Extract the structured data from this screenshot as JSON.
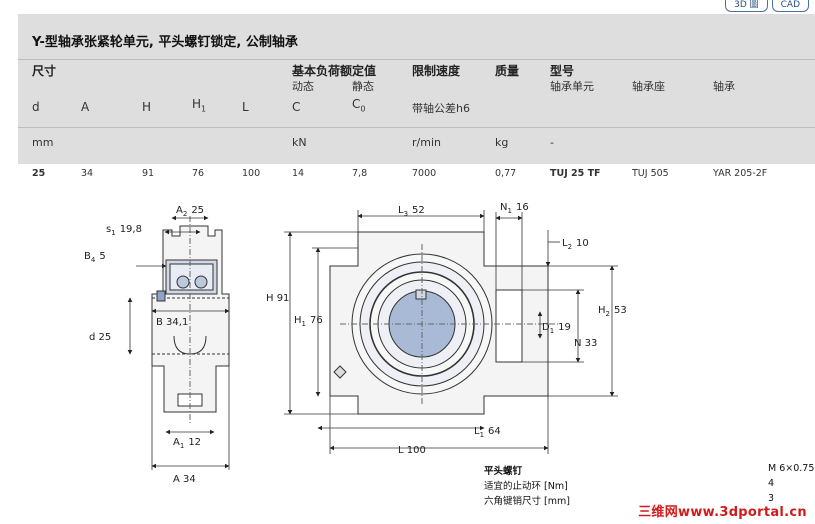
{
  "top_buttons": [
    "3D 圖",
    "CAD"
  ],
  "title": "Y-型轴承张紧轮单元, 平头螺钉锁定, 公制轴承",
  "headers": {
    "dimensions": "尺寸",
    "load_ratings": "基本负荷额定值",
    "dynamic": "动态",
    "static": "静态",
    "speed": "限制速度",
    "mass": "质量",
    "designation": "型号",
    "unit": "轴承单元",
    "housing": "轴承座",
    "bearing": "轴承"
  },
  "symbols": {
    "d": "d",
    "A": "A",
    "H": "H",
    "H1": "H",
    "H1_sub": "1",
    "L": "L",
    "C": "C",
    "C0": "C",
    "C0_sub": "0",
    "speed_note": "带轴公差h6"
  },
  "units": {
    "mm": "mm",
    "kN": "kN",
    "rpm": "r/min",
    "kg": "kg",
    "dash": "-"
  },
  "row": {
    "d": "25",
    "A": "34",
    "H": "91",
    "H1": "76",
    "L": "100",
    "C": "14",
    "C0": "7,8",
    "speed": "7000",
    "mass": "0,77",
    "unit": "TUJ 25 TF",
    "housing": "TUJ 505",
    "bearing": "YAR 205-2F"
  },
  "drawing": {
    "A2": "A",
    "A2_sub": "2",
    "A2_val": "25",
    "s1": "s",
    "s1_sub": "1",
    "s1_val": "19,8",
    "B4": "B",
    "B4_sub": "4",
    "B4_val": "5",
    "B": "B  34,1",
    "d": "d  25",
    "A1": "A",
    "A1_sub": "1",
    "A1_val": "12",
    "A": "A  34",
    "L3": "L",
    "L3_sub": "3",
    "L3_val": "52",
    "N1": "N",
    "N1_sub": "1",
    "N1_val": "16",
    "L2": "L",
    "L2_sub": "2",
    "L2_val": "10",
    "H": "H  91",
    "H1": "H",
    "H1_sub": "1",
    "H1_val": "76",
    "H2": "H",
    "H2_sub": "2",
    "H2_val": "53",
    "D1": "D",
    "D1_sub": "1",
    "D1_val": "19",
    "N": "N  33",
    "L1": "L",
    "L1_sub": "1",
    "L1_val": "64",
    "L": "L  100"
  },
  "notes": [
    {
      "label": "平头螺钉",
      "value": "M 6×0.75"
    },
    {
      "label": "适宜的止动环 [Nm]",
      "value": "4"
    },
    {
      "label": "六角键销尺寸 [mm]",
      "value": "3"
    }
  ],
  "watermark": "三维网www.3dportal.cn",
  "colors": {
    "header_bg": "#dedede",
    "line": "#333333",
    "bearing_blue": "#a8bad6",
    "watermark": "#d21b1b"
  }
}
